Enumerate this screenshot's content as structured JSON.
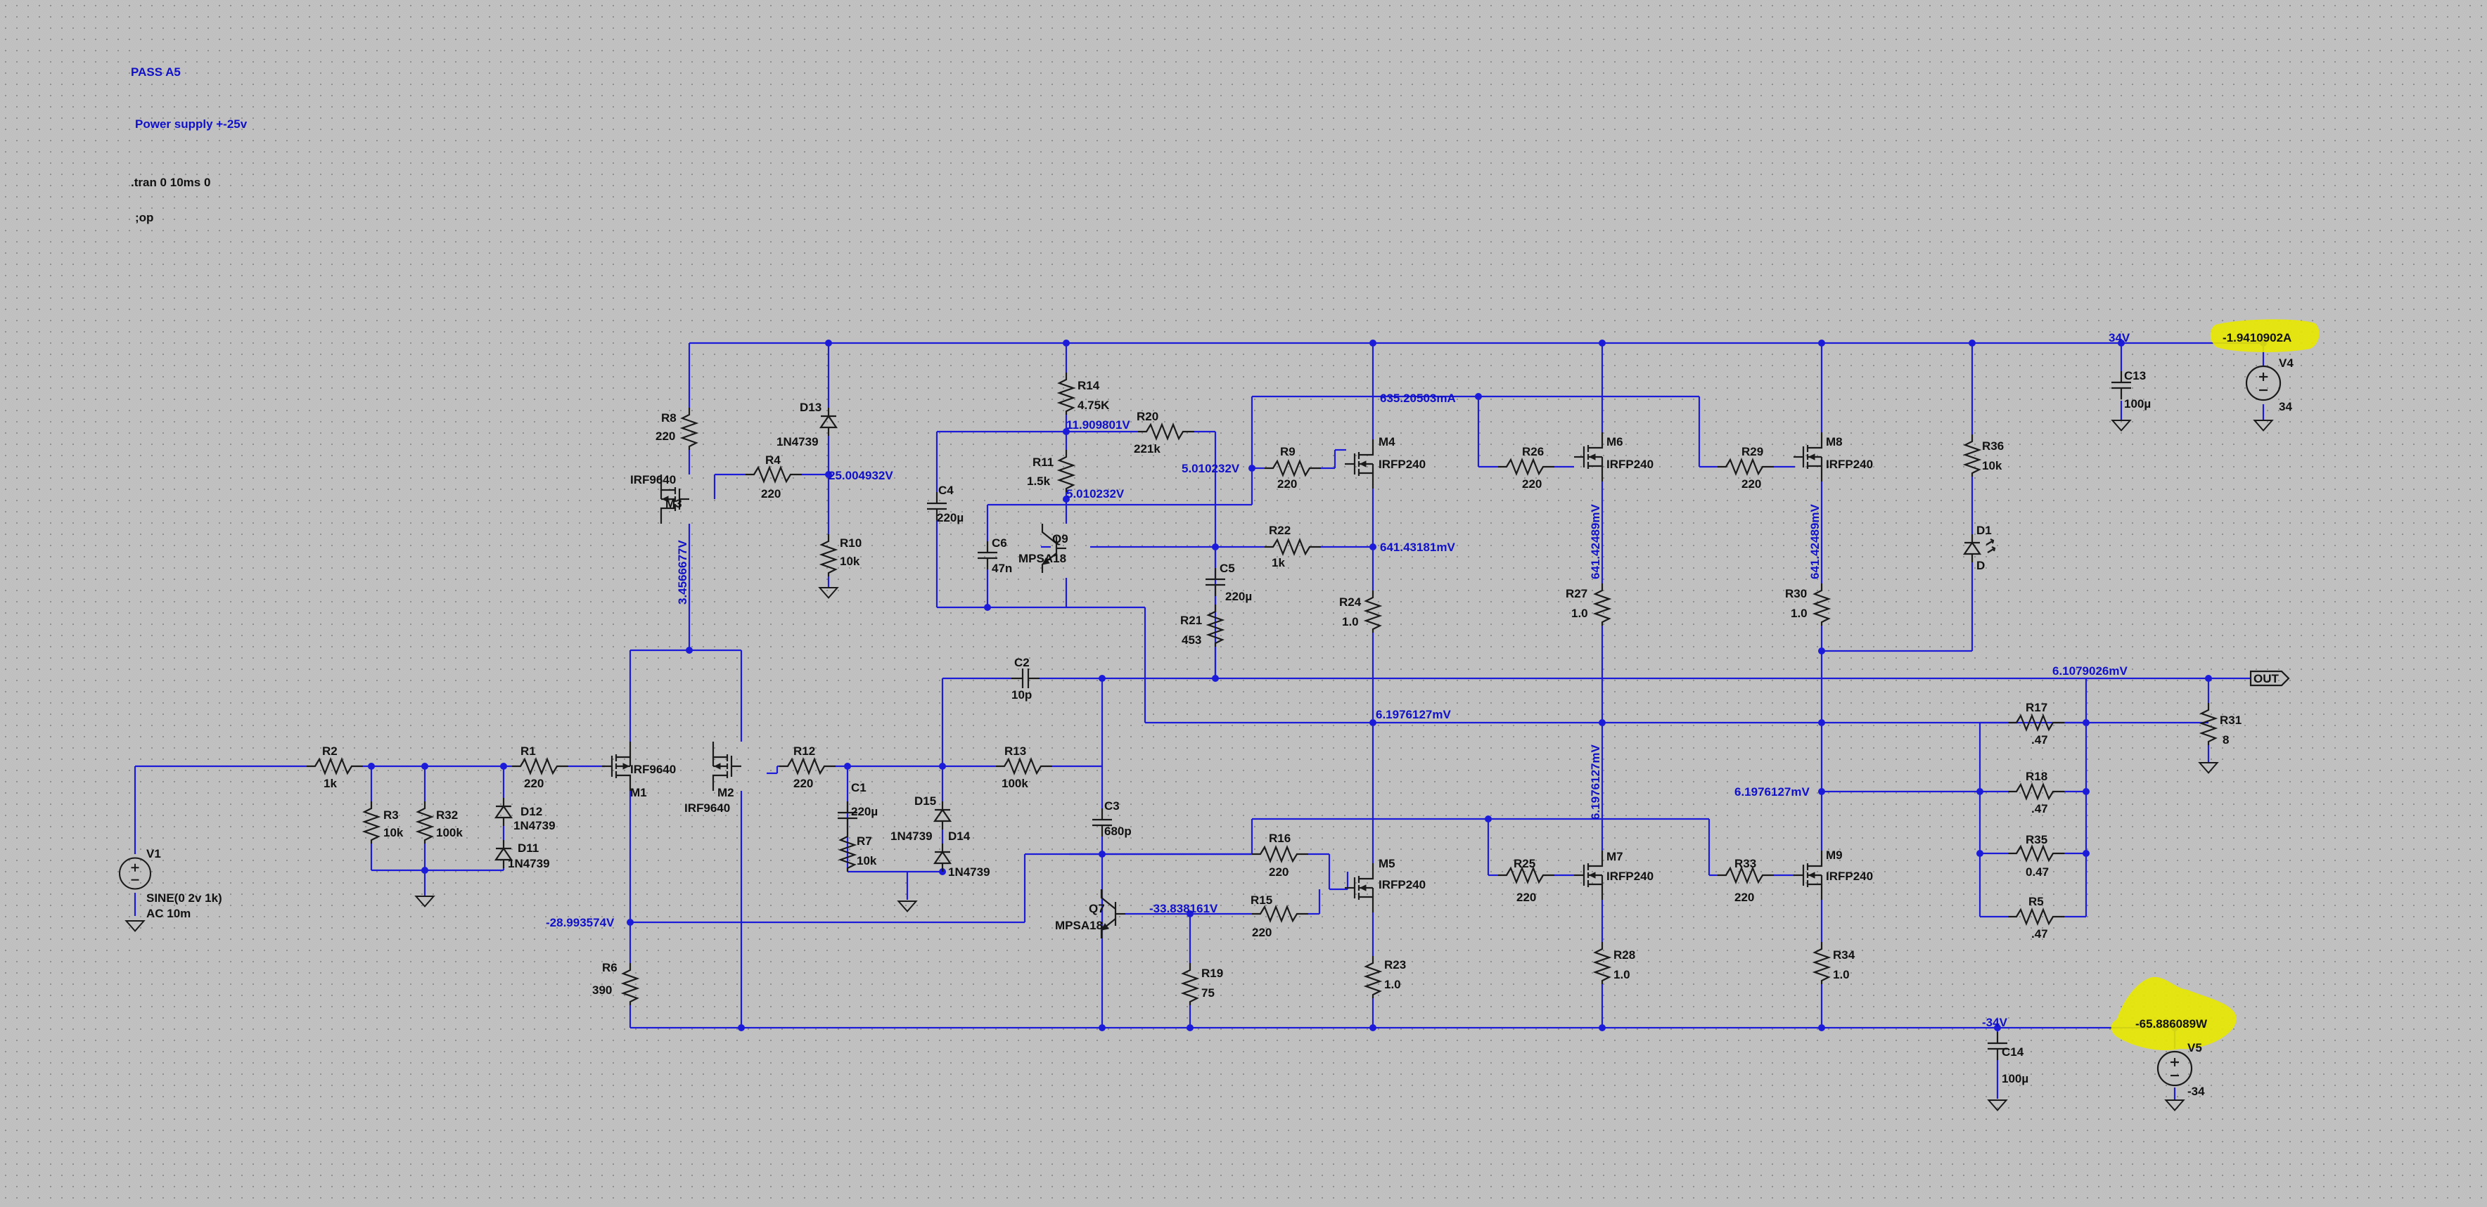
{
  "directives": {
    "title": "PASS A5",
    "supply_note": "Power supply +-25v",
    "tran": ".tran 0 10ms 0",
    "op": ";op"
  },
  "colors": {
    "background": "#c0c0c0",
    "wire": "#1c1cd8",
    "component": "#1a1a1a",
    "highlight": "#e8e800"
  },
  "sources": {
    "v1": {
      "name": "V1",
      "value": "SINE(0 2v 1k)",
      "ac": "AC 10m"
    },
    "v4": {
      "name": "V4",
      "value": "34"
    },
    "v5": {
      "name": "V5",
      "value": "-34"
    }
  },
  "resistors": {
    "r1": {
      "name": "R1",
      "value": "220"
    },
    "r2": {
      "name": "R2",
      "value": "1k"
    },
    "r3": {
      "name": "R3",
      "value": "10k"
    },
    "r4": {
      "name": "R4",
      "value": "220"
    },
    "r5": {
      "name": "R5",
      "value": ".47"
    },
    "r6": {
      "name": "R6",
      "value": "390"
    },
    "r7": {
      "name": "R7",
      "value": "10k"
    },
    "r8": {
      "name": "R8",
      "value": "220"
    },
    "r9": {
      "name": "R9",
      "value": "220"
    },
    "r10": {
      "name": "R10",
      "value": "10k"
    },
    "r11": {
      "name": "R11",
      "value": "1.5k"
    },
    "r12": {
      "name": "R12",
      "value": "220"
    },
    "r13": {
      "name": "R13",
      "value": "100k"
    },
    "r14": {
      "name": "R14",
      "value": "4.75K"
    },
    "r15": {
      "name": "R15",
      "value": "220"
    },
    "r16": {
      "name": "R16",
      "value": "220"
    },
    "r17": {
      "name": "R17",
      "value": ".47"
    },
    "r18": {
      "name": "R18",
      "value": ".47"
    },
    "r19": {
      "name": "R19",
      "value": "75"
    },
    "r20": {
      "name": "R20",
      "value": "221k"
    },
    "r21": {
      "name": "R21",
      "value": "453"
    },
    "r22": {
      "name": "R22",
      "value": "1k"
    },
    "r23": {
      "name": "R23",
      "value": "1.0"
    },
    "r24": {
      "name": "R24",
      "value": "1.0"
    },
    "r25": {
      "name": "R25",
      "value": "220"
    },
    "r26": {
      "name": "R26",
      "value": "220"
    },
    "r27": {
      "name": "R27",
      "value": "1.0"
    },
    "r28": {
      "name": "R28",
      "value": "1.0"
    },
    "r29": {
      "name": "R29",
      "value": "220"
    },
    "r30": {
      "name": "R30",
      "value": "1.0"
    },
    "r31": {
      "name": "R31",
      "value": "8"
    },
    "r32": {
      "name": "R32",
      "value": "100k"
    },
    "r33": {
      "name": "R33",
      "value": "220"
    },
    "r34": {
      "name": "R34",
      "value": "1.0"
    },
    "r35": {
      "name": "R35",
      "value": "0.47"
    },
    "r36": {
      "name": "R36",
      "value": "10k"
    }
  },
  "capacitors": {
    "c1": {
      "name": "C1",
      "value": "220µ"
    },
    "c2": {
      "name": "C2",
      "value": "10p"
    },
    "c3": {
      "name": "C3",
      "value": "680p"
    },
    "c4": {
      "name": "C4",
      "value": "220µ"
    },
    "c5": {
      "name": "C5",
      "value": "220µ"
    },
    "c6": {
      "name": "C6",
      "value": "47n"
    },
    "c13": {
      "name": "C13",
      "value": "100µ"
    },
    "c14": {
      "name": "C14",
      "value": "100µ"
    }
  },
  "diodes": {
    "d1": {
      "name": "D1",
      "value": "D"
    },
    "d11": {
      "name": "D11",
      "value": "1N4739"
    },
    "d12": {
      "name": "D12",
      "value": "1N4739"
    },
    "d13": {
      "name": "D13",
      "value": "1N4739"
    },
    "d14": {
      "name": "D14",
      "value": "1N4739"
    },
    "d15": {
      "name": "D15",
      "value": "1N4739"
    }
  },
  "transistors": {
    "m1": {
      "name": "M1",
      "value": "IRF9640"
    },
    "m2": {
      "name": "M2",
      "value": "IRF9640"
    },
    "m3": {
      "name": "M3",
      "value": "IRF9640"
    },
    "m4": {
      "name": "M4",
      "value": "IRFP240"
    },
    "m5": {
      "name": "M5",
      "value": "IRFP240"
    },
    "m6": {
      "name": "M6",
      "value": "IRFP240"
    },
    "m7": {
      "name": "M7",
      "value": "IRFP240"
    },
    "m8": {
      "name": "M8",
      "value": "IRFP240"
    },
    "m9": {
      "name": "M9",
      "value": "IRFP240"
    },
    "q7": {
      "name": "Q7",
      "value": "MPSA18"
    },
    "q9": {
      "name": "Q9",
      "value": "MPSA18"
    }
  },
  "nets": {
    "vpos": "34V",
    "vneg": "-34V",
    "out": "OUT"
  },
  "probes": {
    "v4_current": "-1.9410902A",
    "v5_power": "-65.886089W",
    "m3_gate": "25.004932V",
    "m3_drain": "3.4566677V",
    "r14_node": "11.909801V",
    "r11_node": "5.010232V",
    "r9_node": "5.010232V",
    "m4_drain_current": "635.20503mA",
    "m4_source": "641.43181mV",
    "r27_top": "641.42489mV",
    "r30_top": "641.42489mV",
    "mid_rail": "6.1976127mV",
    "r28_top": "6.1976127mV",
    "m9_node": "6.1976127mV",
    "out": "6.1079026mV",
    "m1_source": "-28.993574V",
    "q7_collector": "-33.838161V"
  }
}
